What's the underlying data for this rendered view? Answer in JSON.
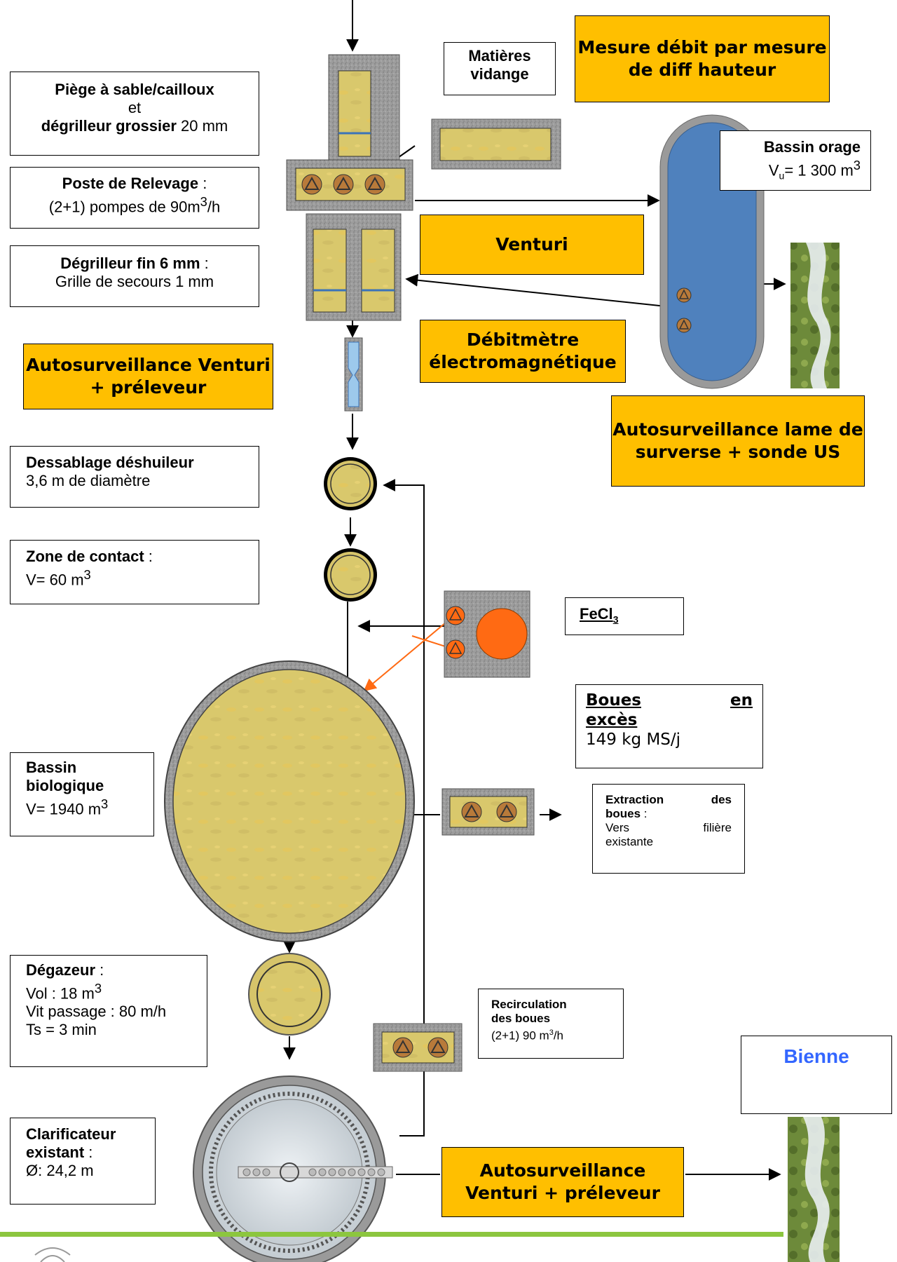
{
  "labels": {
    "matieres": "Matières vidange",
    "piege_bold": "Piège à sable/cailloux",
    "piege_et": "et",
    "piege_degr_bold": "dégrilleur grossier",
    "piege_degr_val": " 20 mm",
    "poste_bold": "Poste de Relevage",
    "poste_colon": " :",
    "poste_line2_a": "(2+1) pompes de 90m",
    "poste_line2_sup": "3",
    "poste_line2_b": "/h",
    "degr_fin_bold": "Dégrilleur fin 6 mm",
    "degr_fin_colon": " :",
    "degr_fin_line2": "Grille de secours 1 mm",
    "bassin_orage_title": "Bassin orage",
    "bassin_orage_v": "V",
    "bassin_orage_sub": "u",
    "bassin_orage_val": "= 1 300 m",
    "bassin_orage_sup": "3",
    "dessablage_bold": "Dessablage déshuileur",
    "dessablage_line2": "3,6 m de diamètre",
    "contact_bold": "Zone de contact",
    "contact_colon": " :",
    "contact_line2": "V= 60 m",
    "contact_sup": "3",
    "fecl_main": "FeCl",
    "fecl_sub": "3",
    "boues_title": "Boues en excès",
    "boues_word1": "Boues",
    "boues_word2": "en",
    "boues_word3": "excès",
    "boues_val": "149 kg MS/j",
    "bio_bold1": "Bassin",
    "bio_bold2": "biologique",
    "bio_val": "V=  1940 m",
    "bio_sup": "3",
    "extraction_bold1": "Extraction",
    "extraction_bold1b": "des",
    "extraction_bold2": "boues",
    "extraction_colon": " :",
    "extraction_w1": "Vers",
    "extraction_w2": "filière",
    "extraction_w3": "existante",
    "degazeur_bold": "Dégazeur",
    "degazeur_colon": " :",
    "degazeur_l1": "Vol : 18 m",
    "degazeur_l1_sup": "3",
    "degazeur_l2": "Vit passage : 80 m/h",
    "degazeur_l3": "Ts = 3 min",
    "recirc_bold1": "Recirculation",
    "recirc_bold2": "des boues",
    "recirc_val": "(2+1) 90 m",
    "recirc_sup": "3",
    "recirc_end": "/h",
    "clarif_bold1": "Clarificateur",
    "clarif_bold2": "existant",
    "clarif_colon": " :",
    "clarif_val": "Ø:  24,2 m",
    "bienne": "Bienne"
  },
  "orange_boxes": {
    "mesure": "Mesure débit par mesure de diff hauteur",
    "venturi": "Venturi",
    "debitmetre": "Débitmètre électromagnétique",
    "autosurv1": "Autosurveillance Venturi + préleveur",
    "autosurv_lame": "Autosurveillance lame de surverse + sonde US",
    "autosurv2": "Autosurveillance Venturi + préleveur"
  },
  "colors": {
    "orange_box": "#ffbf00",
    "tank_fill": "#d6c46a",
    "concrete": "#9a9a9a",
    "storm_basin": "#4f81bd",
    "fecl_tank": "#ff6a13",
    "bienne_text": "#3366ff",
    "footer_line": "#8cc63f",
    "reagent_line": "#ff6a13"
  }
}
